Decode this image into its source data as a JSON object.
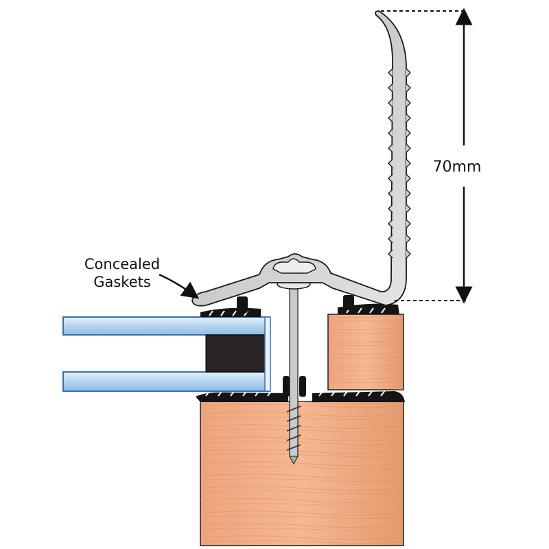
{
  "diagram": {
    "title": "",
    "labels": {
      "gaskets_line1": "Concealed",
      "gaskets_line2": "Gaskets",
      "height": "70mm"
    },
    "colors": {
      "timber_light": "#f4b08a",
      "timber_dark": "#d98a5e",
      "glass": "#bcd8f0",
      "glass_edge": "#3c6fa8",
      "aluminium": "#d4d6d8",
      "gasket": "#141414",
      "spacer": "#2a2426",
      "outline": "#1a1a1a"
    }
  }
}
